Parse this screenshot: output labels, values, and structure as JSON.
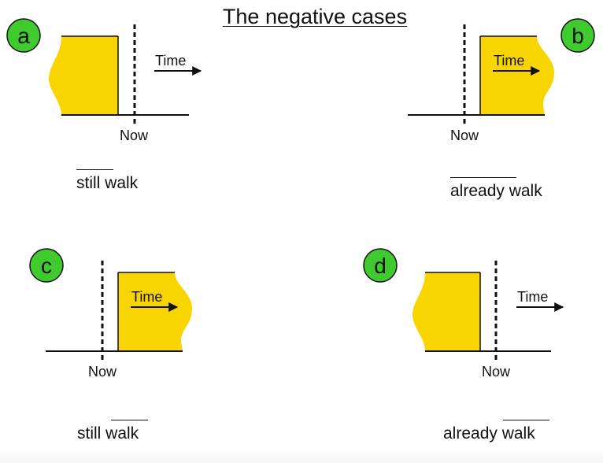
{
  "title": "The negative cases",
  "colors": {
    "badge_fill": "#3fcb2d",
    "event_fill": "#f8d500",
    "ink": "#111111"
  },
  "panels": [
    {
      "id": "a",
      "badge": "a",
      "now_label": "Now",
      "time_label": "Time",
      "caption": "still walk",
      "overlined_word": "still"
    },
    {
      "id": "b",
      "badge": "b",
      "now_label": "Now",
      "time_label": "Time",
      "caption": "already walk",
      "overlined_word": "already"
    },
    {
      "id": "c",
      "badge": "c",
      "now_label": "Now",
      "time_label": "Time",
      "caption": "still walk",
      "overlined_word": "walk"
    },
    {
      "id": "d",
      "badge": "d",
      "now_label": "Now",
      "time_label": "Time",
      "caption": "already walk",
      "overlined_word": "walk"
    }
  ]
}
